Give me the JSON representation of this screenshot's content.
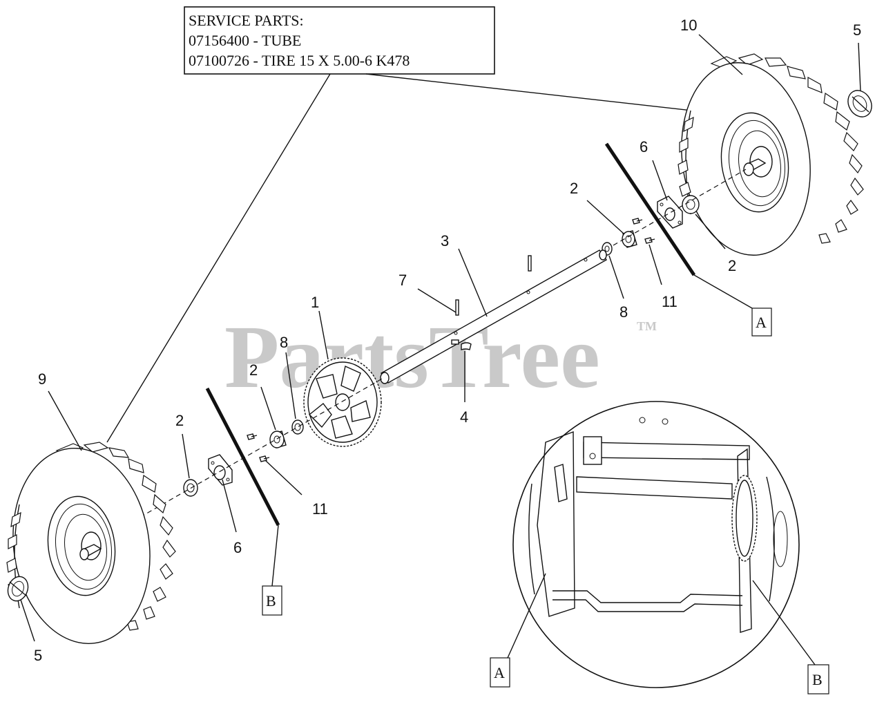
{
  "service_parts": {
    "heading": "SERVICE PARTS:",
    "line1": "07156400 - TUBE",
    "line2": "07100726 - TIRE 15 X 5.00-6 K478"
  },
  "watermark": {
    "text": "PartsTree",
    "tm": "TM"
  },
  "callouts": {
    "c1": "1",
    "c2a": "2",
    "c2b": "2",
    "c2c": "2",
    "c2d": "2",
    "c3": "3",
    "c4": "4",
    "c5a": "5",
    "c5b": "5",
    "c6a": "6",
    "c6b": "6",
    "c7": "7",
    "c8a": "8",
    "c8b": "8",
    "c9": "9",
    "c10": "10",
    "c11a": "11",
    "c11b": "11"
  },
  "boxes": {
    "a1": "A",
    "a2": "A",
    "b1": "B",
    "b2": "B"
  },
  "icons": {
    "wheel": "wheel-icon",
    "gear": "gear-icon",
    "axle": "axle-icon"
  }
}
